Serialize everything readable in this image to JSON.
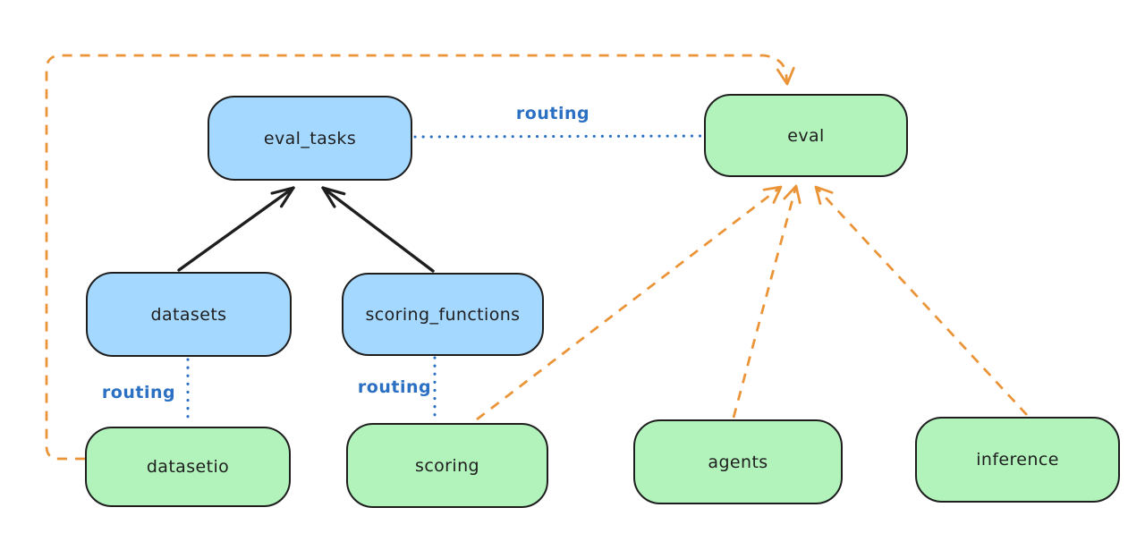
{
  "diagram": {
    "type": "architecture-graph",
    "colors": {
      "registry_fill": "#a5d8ff",
      "api_fill": "#b2f2bb",
      "node_border": "#1e1e1e",
      "node_text": "#1e1e1e",
      "routing_blue": "#2b70c2",
      "provider_orange": "#eb9437",
      "arrow_black": "#1e1e1e",
      "canvas_bg": "#ffffff"
    },
    "nodes": [
      {
        "id": "eval_tasks",
        "label": "eval_tasks",
        "fill": "blue"
      },
      {
        "id": "eval",
        "label": "eval",
        "fill": "green"
      },
      {
        "id": "datasets",
        "label": "datasets",
        "fill": "blue"
      },
      {
        "id": "scoring_functions",
        "label": "scoring_functions",
        "fill": "blue"
      },
      {
        "id": "datasetio",
        "label": "datasetio",
        "fill": "green"
      },
      {
        "id": "scoring",
        "label": "scoring",
        "fill": "green"
      },
      {
        "id": "agents",
        "label": "agents",
        "fill": "green"
      },
      {
        "id": "inference",
        "label": "inference",
        "fill": "green"
      }
    ],
    "edge_labels": [
      {
        "id": "routing-eval-tasks-to-eval",
        "text": "routing"
      },
      {
        "id": "routing-datasets-to-datasetio",
        "text": "routing"
      },
      {
        "id": "routing-scoring-functions-to-scoring",
        "text": "routing"
      }
    ],
    "edges": [
      {
        "from": "datasets",
        "to": "eval_tasks",
        "style": "solid-black-arrow"
      },
      {
        "from": "scoring_functions",
        "to": "eval_tasks",
        "style": "solid-black-arrow"
      },
      {
        "from": "eval_tasks",
        "to": "eval",
        "style": "dotted-blue",
        "label": "routing"
      },
      {
        "from": "datasets",
        "to": "datasetio",
        "style": "dotted-blue",
        "label": "routing"
      },
      {
        "from": "scoring_functions",
        "to": "scoring",
        "style": "dotted-blue",
        "label": "routing"
      },
      {
        "from": "datasetio",
        "to": "eval",
        "style": "dashed-orange-arrow"
      },
      {
        "from": "scoring",
        "to": "eval",
        "style": "dashed-orange-arrow"
      },
      {
        "from": "agents",
        "to": "eval",
        "style": "dashed-orange-arrow"
      },
      {
        "from": "inference",
        "to": "eval",
        "style": "dashed-orange-arrow"
      }
    ]
  }
}
